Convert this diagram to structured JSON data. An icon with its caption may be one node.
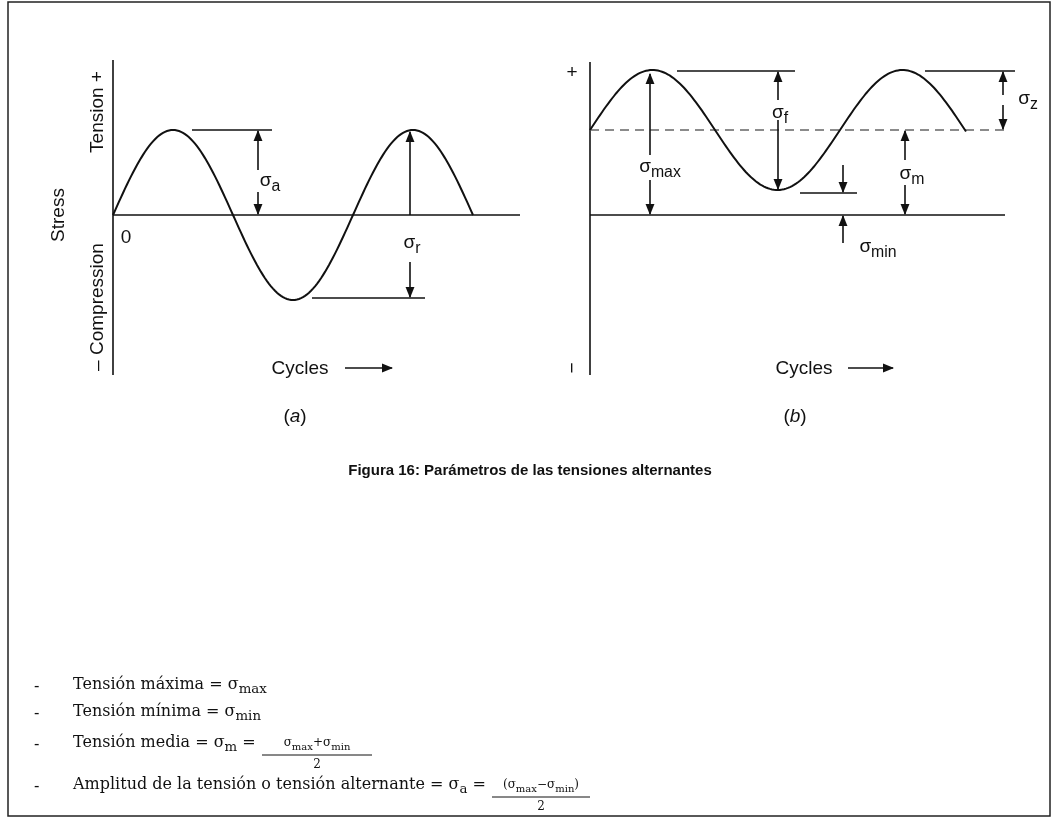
{
  "diagram": {
    "caption": "Figura 16: Parámetros de las tensiones alternantes",
    "labels": [
      "Tension +",
      "Stress",
      "– Compression",
      "0",
      "σ$_{a}$",
      "σ$_{r}$",
      "Cycles",
      "(*a*)",
      "+",
      "σ$_{max}$",
      "σ$_{f}$",
      "σ$_{z}$",
      "σ$_{m}$",
      "σ$_{min}$",
      "−",
      "Cycles",
      "(*b*)",
      "-",
      "Tensión máxima = σ$_{max}$",
      "-",
      "Tensión mínima = σ$_{min}$",
      "-",
      "Tensión media = σ$_{m}$ =",
      "σ$_{max}$+σ$_{min}$",
      "2",
      "-",
      "Amplitud de la tensión o tensión alternante = σ$_{a}$ =",
      "(σ$_{max}$−σ$_{min}$)",
      "2"
    ]
  }
}
